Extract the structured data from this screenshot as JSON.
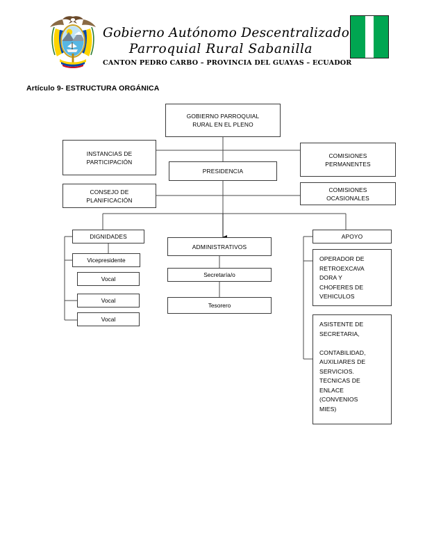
{
  "header": {
    "title_line_1": "Gobierno Autónomo Descentralizado",
    "title_line_2": "Parroquial Rural Sabanilla",
    "subtitle": "CANTON PEDRO CARBO – PROVINCIA DEL GUAYAS – ECUADOR",
    "coat_of_arms_alt": "Escudo del Ecuador",
    "flag_alt": "Bandera Parroquial",
    "flag_colors": [
      "#00a651",
      "#ffffff",
      "#00a651"
    ]
  },
  "document": {
    "article_heading": "Artículo 9- ESTRUCTURA ORGÁNICA"
  },
  "chart_data": {
    "type": "diagram",
    "title": "Artículo 9- ESTRUCTURA ORGÁNICA",
    "orientation": "top-down",
    "nodes": [
      {
        "id": "pleno",
        "label": "GOBIERNO PARROQUIAL\nRURAL EN EL PLENO",
        "level": 0
      },
      {
        "id": "instancias",
        "label": "INSTANCIAS DE\nPARTICIPACIÓN",
        "level": 1
      },
      {
        "id": "presidencia",
        "label": "PRESIDENCIA",
        "level": 1
      },
      {
        "id": "permanentes",
        "label": "COMISIONES\nPERMANENTES",
        "level": 1
      },
      {
        "id": "planificacion",
        "label": "CONSEJO DE\nPLANIFICACIÓN",
        "level": 2
      },
      {
        "id": "ocasionales",
        "label": "COMISIONES\nOCASIONALES",
        "level": 2
      },
      {
        "id": "dignidades",
        "label": "DIGNIDADES",
        "level": 3
      },
      {
        "id": "administrativos",
        "label": "ADMINISTRATIVOS",
        "level": 3
      },
      {
        "id": "apoyo",
        "label": "APOYO",
        "level": 3
      },
      {
        "id": "vicepresidente",
        "label": "Vicepresidente",
        "level": 4
      },
      {
        "id": "vocal1",
        "label": "Vocal",
        "level": 4
      },
      {
        "id": "vocal2",
        "label": "Vocal",
        "level": 4
      },
      {
        "id": "vocal3",
        "label": "Vocal",
        "level": 4
      },
      {
        "id": "secretaria",
        "label": "Secretaría/o",
        "level": 4
      },
      {
        "id": "tesorero",
        "label": "Tesorero",
        "level": 4
      },
      {
        "id": "operador",
        "label": "OPERADOR DE\nRETROEXCAVA\nDORA Y\nCHOFERES DE\nVEHICULOS",
        "level": 4
      },
      {
        "id": "asistente",
        "label": "ASISTENTE DE\nSECRETARIA,\n\nCONTABILIDAD,\nAUXILIARES DE\nSERVICIOS.\nTECNICAS DE\nENLACE\n(CONVENIOS\nMIES)",
        "level": 4
      }
    ],
    "edges": [
      {
        "from": "pleno",
        "to": "presidencia"
      },
      {
        "from": "pleno",
        "to": "instancias"
      },
      {
        "from": "pleno",
        "to": "permanentes"
      },
      {
        "from": "presidencia",
        "to": "planificacion"
      },
      {
        "from": "presidencia",
        "to": "ocasionales"
      },
      {
        "from": "presidencia",
        "to": "dignidades"
      },
      {
        "from": "presidencia",
        "to": "administrativos"
      },
      {
        "from": "presidencia",
        "to": "apoyo"
      },
      {
        "from": "dignidades",
        "to": "vicepresidente"
      },
      {
        "from": "dignidades",
        "to": "vocal1"
      },
      {
        "from": "dignidades",
        "to": "vocal2"
      },
      {
        "from": "dignidades",
        "to": "vocal3"
      },
      {
        "from": "administrativos",
        "to": "secretaria"
      },
      {
        "from": "secretaria",
        "to": "tesorero"
      },
      {
        "from": "apoyo",
        "to": "operador"
      },
      {
        "from": "apoyo",
        "to": "asistente"
      }
    ]
  }
}
